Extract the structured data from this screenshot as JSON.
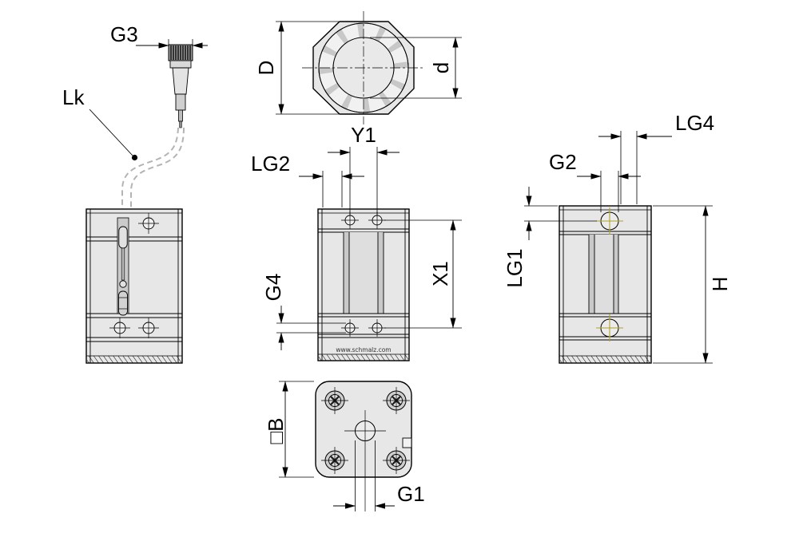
{
  "drawing": {
    "type": "technical-dimension-drawing",
    "labels": {
      "g3": "G3",
      "lk": "Lk",
      "d_outer": "D",
      "d_inner": "d",
      "y1": "Y1",
      "lg2": "LG2",
      "g4": "G4",
      "x1": "X1",
      "lg4": "LG4",
      "g2": "G2",
      "lg1": "LG1",
      "h": "H",
      "square_b": "□B",
      "g1": "G1"
    },
    "annotations": {
      "brand_url": "www.schmalz.com"
    }
  },
  "colors": {
    "background": "#ffffff",
    "line": "#000000",
    "body_fill": "#e7e7e7",
    "body_shade": "#c9c9c9",
    "cable": "#b4b4b4",
    "thread_accent": "#b0a22c"
  }
}
